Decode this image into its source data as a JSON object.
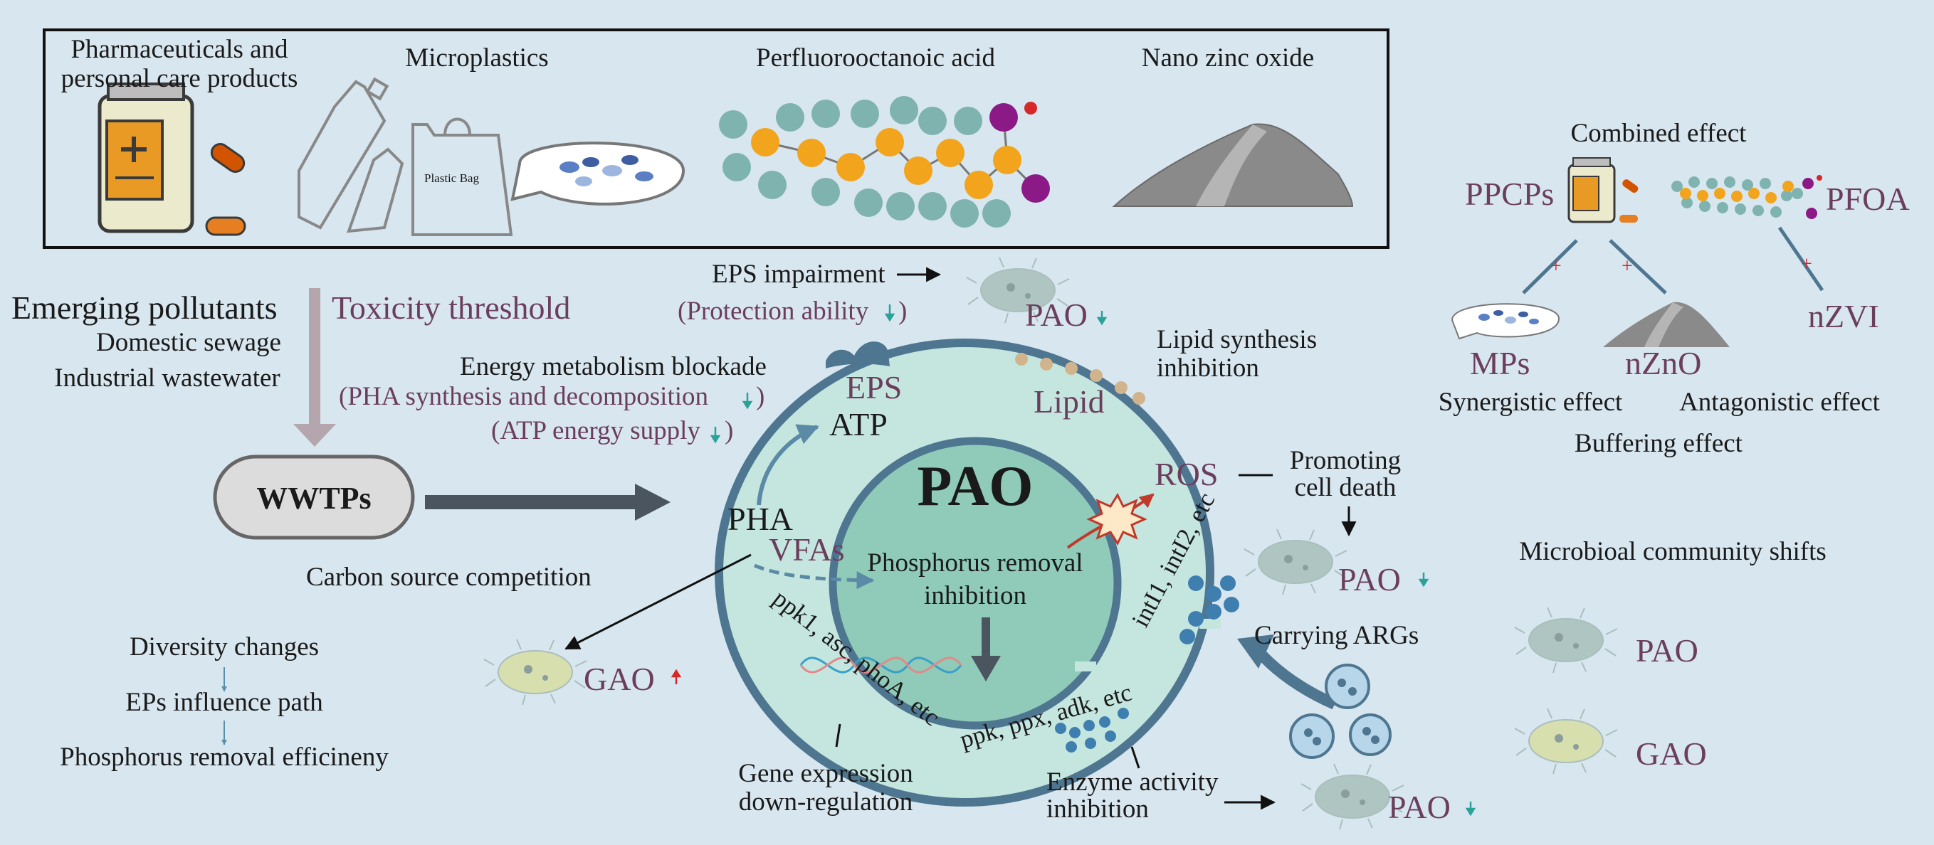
{
  "colors": {
    "background": "#d8e6ef",
    "cell_membrane": "#4e7690",
    "cell_fill": "#c5e6df",
    "nucleus_fill": "#8fcbb8",
    "label_purple": "#6b3e5e",
    "arrow_gray": "#4a5560",
    "decrease_teal": "#2aa29a",
    "increase_red": "#d62828",
    "orange_atom": "#f2a41c",
    "teal_atom": "#7fb3b0",
    "purple_atom": "#8b1a86"
  },
  "pollutants_box": {
    "items": [
      {
        "label": "Pharmaceuticals and personal care products"
      },
      {
        "label": "Microplastics"
      },
      {
        "label": "Perfluorooctanoic acid"
      },
      {
        "label": "Nano zinc oxide"
      }
    ],
    "plastic_bag_label": "Plastic Bag"
  },
  "left_panel": {
    "emerging_pollutants": "Emerging pollutants",
    "domestic_sewage": "Domestic sewage",
    "industrial_wastewater": "Industrial wastewater",
    "toxicity_threshold": "Toxicity threshold",
    "wwtps": "WWTPs",
    "carbon_competition": "Carbon source competition",
    "flow": [
      "Diversity changes",
      "EPs influence path",
      "Phosphorus removal efficineny"
    ],
    "gao_label": "GAO"
  },
  "mechanisms": {
    "eps_impairment": "EPS impairment",
    "protection_ability": "(Protection ability",
    "energy_blockade": "Energy metabolism blockade",
    "pha_synthesis": "(PHA synthesis and decomposition",
    "atp_supply": "(ATP energy supply",
    "lipid_inhibition": [
      "Lipid synthesis",
      "inhibition"
    ],
    "promoting_death": [
      "Promoting",
      "cell death"
    ],
    "carrying_args": "Carrying ARGs",
    "gene_expression": [
      "Gene expression",
      "down-regulation"
    ],
    "enzyme_activity": [
      "Enzyme activity",
      "inhibition"
    ],
    "close_paren": ")"
  },
  "cell": {
    "title": "PAO",
    "eps": "EPS",
    "atp": "ATP",
    "lipid": "Lipid",
    "ros": "ROS",
    "pha": "PHA",
    "vfas": "VFAs",
    "phosphorus_inhibition": [
      "Phosphorus removal",
      "inhibition"
    ],
    "genes_int": "intI1, intI2, etc",
    "genes_ppk1": "ppk1, asc, phoA, etc",
    "genes_ppk": "ppk, ppx, adk, etc"
  },
  "pao_label": "PAO",
  "combined": {
    "title": "Combined effect",
    "ppcps": "PPCPs",
    "pfoa": "PFOA",
    "mps": "MPs",
    "nzno": "nZnO",
    "nzvi": "nZVI",
    "plus": "+",
    "synergistic": "Synergistic effect",
    "antagonistic": "Antagonistic effect",
    "buffering": "Buffering effect"
  },
  "community": {
    "title": "Microbioal community shifts",
    "pao": "PAO",
    "gao": "GAO"
  }
}
